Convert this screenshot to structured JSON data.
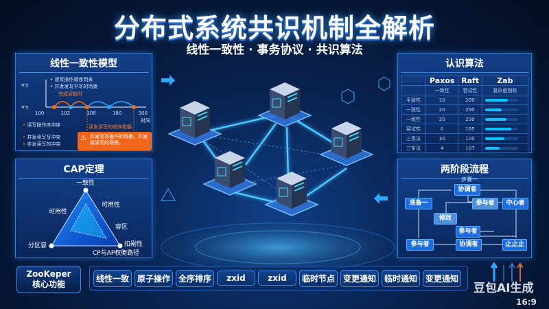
{
  "header": {
    "title": "分布式系统共识机制全解析",
    "subtitle": "线性一致性 · 事务协议 · 共识算法"
  },
  "linear_model": {
    "title": "线性一致性模型",
    "y_labels": [
      "ms",
      "ms"
    ],
    "x_labels": [
      "100",
      "102",
      "108",
      "180",
      "300"
    ],
    "x_unit": "时间",
    "top_bullets": [
      "读写操作顺序到来",
      "并发发写平写的场景"
    ],
    "annotation": "完成读取时",
    "bottom_bullets": [
      "读写操作序冲序",
      "并发读写写冲突",
      "非发读写的冲突"
    ],
    "orange_note": "读发读写的顺序数据",
    "warning": "并发写写操作的场景，并发读读写的场景。",
    "colors": {
      "write": "#ff6a1a",
      "read": "#27a8ff"
    }
  },
  "cap": {
    "title": "CAP定理",
    "labels": {
      "top": "一致性",
      "left_mid": "可用性",
      "right_mid": "可用性",
      "inner_right": "容区",
      "left_bottom": "分区容",
      "right_bottom": "扣剐性",
      "caption": "CP与AP权衡路径"
    }
  },
  "algorithms": {
    "title": "认识算法",
    "columns": [
      {
        "name": "Paxos",
        "sub": "一致性"
      },
      {
        "name": "Raft",
        "sub": "容试性"
      },
      {
        "name": "Zab",
        "sub": "复杂度指标"
      }
    ],
    "rows": [
      {
        "label": "平致性",
        "paxos": "10",
        "raft": "280",
        "zab": 0.7
      },
      {
        "label": "一致性",
        "paxos": "20",
        "raft": "290",
        "zab": 0.5
      },
      {
        "label": "一致性",
        "paxos": "20",
        "raft": "230",
        "zab": 0.65
      },
      {
        "label": "容试性",
        "paxos": "0",
        "raft": "185",
        "zab": 0.8
      },
      {
        "label": "三条法",
        "paxos": "30",
        "raft": "100",
        "zab": 0.6
      },
      {
        "label": "三条法",
        "paxos": "4",
        "raft": "107",
        "zab": 0.45
      }
    ]
  },
  "two_phase": {
    "title": "两阶段流程",
    "step_label": "步骤一",
    "nodes": {
      "coord_top": "协调者",
      "prepare": "准备一",
      "participant_mid": "参与者",
      "center": "中心者",
      "modify": "修改",
      "participant_inner": "参与者",
      "participant_bottom": "参与者",
      "coord_bottom": "协调者",
      "stop": "止止止"
    }
  },
  "zookeeper": {
    "title_line1": "ZooKeper",
    "title_line2": "核心功能",
    "features": [
      "线性一致",
      "原子操作",
      "全序排序",
      "zxid",
      "zxid",
      "临时节点",
      "变更通知",
      "临时通知",
      "变更通知"
    ]
  },
  "watermark": {
    "text": "豆包AI生成",
    "ratio": "16:9"
  }
}
